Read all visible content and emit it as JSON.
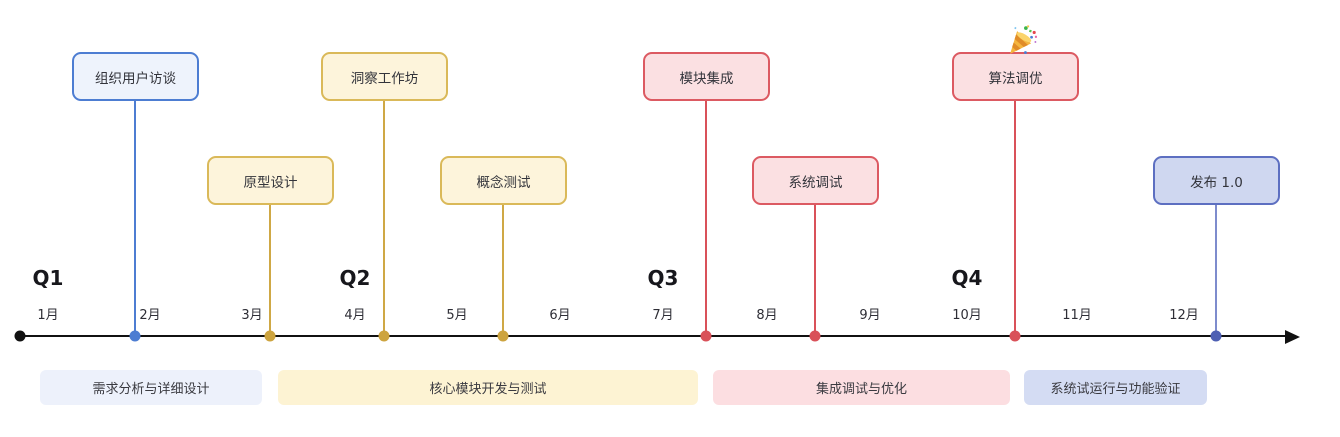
{
  "diagram": {
    "type": "timeline-roadmap",
    "quarters": [
      "Q1",
      "Q2",
      "Q3",
      "Q4"
    ],
    "months": [
      "1月",
      "2月",
      "3月",
      "4月",
      "5月",
      "6月",
      "7月",
      "8月",
      "9月",
      "10月",
      "11月",
      "12月"
    ],
    "events": [
      {
        "label": "组织用户访谈",
        "color": "blue",
        "row": "top"
      },
      {
        "label": "原型设计",
        "color": "gold",
        "row": "middle"
      },
      {
        "label": "洞察工作坊",
        "color": "gold",
        "row": "top"
      },
      {
        "label": "概念测试",
        "color": "gold",
        "row": "middle"
      },
      {
        "label": "模块集成",
        "color": "red",
        "row": "top"
      },
      {
        "label": "系统调试",
        "color": "red",
        "row": "middle"
      },
      {
        "label": "算法调优",
        "color": "red",
        "row": "top",
        "emoji": "🎉",
        "emoji_icon": "party-popper"
      },
      {
        "label": "发布 1.0",
        "color": "indigo",
        "row": "middle"
      }
    ],
    "phases": [
      {
        "label": "需求分析与详细设计",
        "fill": "#edf1fb"
      },
      {
        "label": "核心模块开发与测试",
        "fill": "#fdf3d3"
      },
      {
        "label": "集成调试与优化",
        "fill": "#fcdee1"
      },
      {
        "label": "系统试运行与功能验证",
        "fill": "#d4dcf3"
      }
    ],
    "palette": {
      "blue": {
        "border": "#4d7dd2",
        "fill": "#eef3fc",
        "line": "#4d7dd2",
        "dot": "#4d7dd2"
      },
      "gold": {
        "border": "#dab959",
        "fill": "#fdf4db",
        "line": "#cfa845",
        "dot": "#cda43f"
      },
      "red": {
        "border": "#dc5a62",
        "fill": "#fbe0e2",
        "line": "#d95159",
        "dot": "#d95159"
      },
      "indigo": {
        "border": "#5d6fc1",
        "fill": "#cfd7f0",
        "line": "#7e8ccd",
        "dot": "#4d5fb3"
      },
      "axis": "#111111"
    }
  }
}
